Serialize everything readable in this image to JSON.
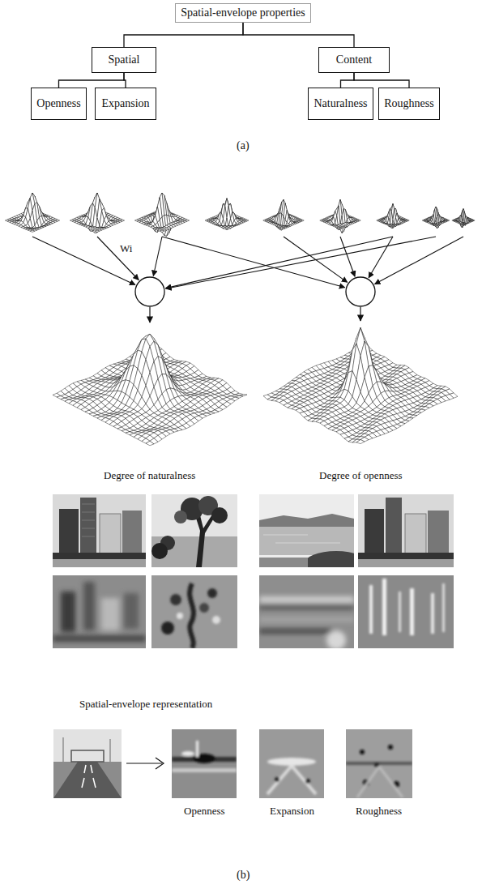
{
  "diagram": {
    "nodes": [
      {
        "text": [
          "Spatial-envelope properties"
        ]
      },
      {
        "text": [
          "Spatial"
        ]
      },
      {
        "text": [
          "Content"
        ]
      },
      {
        "text": [
          "Openness"
        ]
      },
      {
        "text": [
          "Expansion"
        ]
      },
      {
        "text": [
          "Naturalness"
        ]
      },
      {
        "text": [
          "Roughness"
        ]
      }
    ],
    "edges": [
      {
        "from": 0,
        "to": 1,
        "arrow": "none"
      },
      {
        "from": 0,
        "to": 2,
        "arrow": "none"
      },
      {
        "from": 1,
        "to": 3,
        "arrow": "none"
      },
      {
        "from": 1,
        "to": 4,
        "arrow": "none"
      },
      {
        "from": 2,
        "to": 5,
        "arrow": "none"
      },
      {
        "from": 2,
        "to": 6,
        "arrow": "none"
      }
    ],
    "labels": [
      "(a)",
      "Wi",
      "Degree of naturalness",
      "Degree of openness",
      "Spatial-envelope representation",
      "Openness",
      "Expansion",
      "Roughness",
      "(b)"
    ]
  }
}
